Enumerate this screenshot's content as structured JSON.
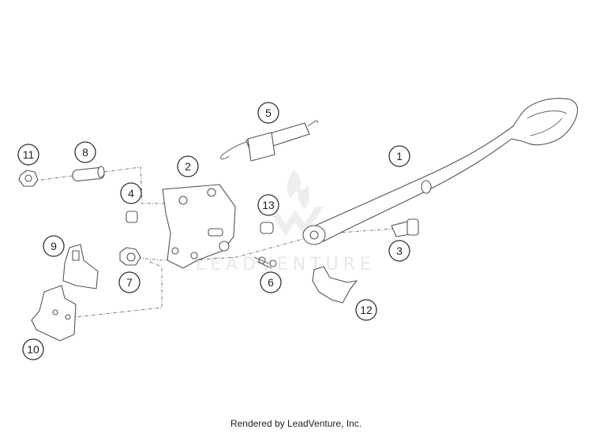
{
  "callouts": [
    "1",
    "2",
    "3",
    "4",
    "5",
    "6",
    "7",
    "8",
    "9",
    "10",
    "11",
    "12",
    "13"
  ],
  "watermark": "LEADVENTURE",
  "footer": "Rendered by LeadVenture, Inc.",
  "colors": {
    "line": "#555555",
    "background": "#ffffff",
    "watermark": "#d9d9d9"
  }
}
